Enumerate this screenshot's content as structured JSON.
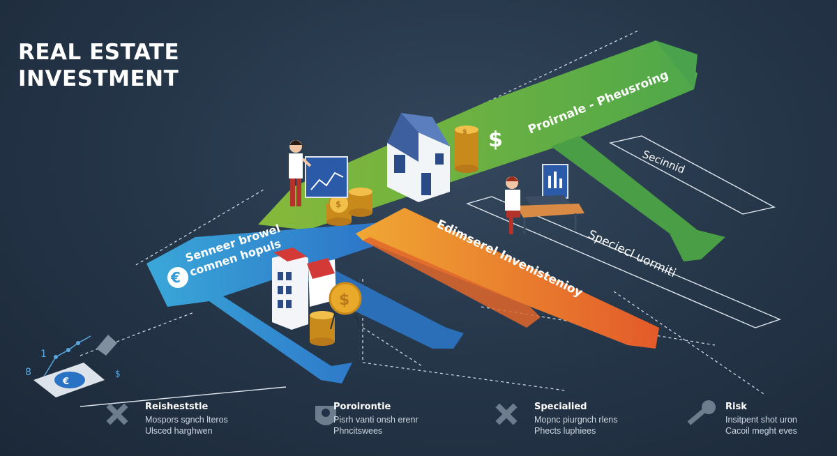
{
  "title": [
    "REAL ESTATE",
    "INVESTMENT"
  ],
  "arrows": [
    {
      "label": "Proirnale - Pheusroing",
      "color": "#5fb044"
    },
    {
      "label": "Senneer browel comnen hopuls",
      "color": "#2f9ad6"
    },
    {
      "label": "Edimserel Invenistenioy",
      "color": "#e8732a"
    }
  ],
  "boxes": [
    {
      "label": "Secinnid"
    },
    {
      "label": "Speciecl uormiti"
    }
  ],
  "legend": [
    {
      "title": "Reisheststle",
      "lines": [
        "Mospors sgnch lteros",
        "Ulsced harghwen"
      ],
      "icon": "tools-icon"
    },
    {
      "title": "Poroirontie",
      "lines": [
        "Pisrh vanti onsh erenr",
        "Phncitswees"
      ],
      "icon": "gear-shield-icon"
    },
    {
      "title": "Specialied",
      "lines": [
        "Mopnc piurgnch rlens",
        "Phects luphiees"
      ],
      "icon": "tools-icon"
    },
    {
      "title": "Risk",
      "lines": [
        "Insitpent shot uron",
        "Cacoil meght eves"
      ],
      "icon": "key-coin-icon"
    }
  ],
  "colors": {
    "background": "#22324a",
    "green": "#5fb044",
    "blue": "#2f9ad6",
    "orange": "#e8732a",
    "coin": "#e9a92a"
  }
}
